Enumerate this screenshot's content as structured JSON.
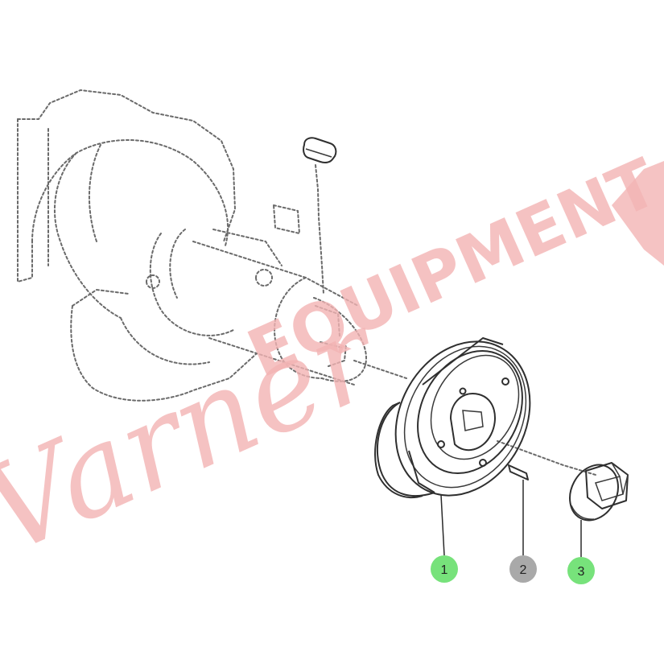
{
  "watermark": {
    "script_text": "Varner",
    "block_text": "EQUIPMENT",
    "color": "#f3b4b4"
  },
  "callouts": [
    {
      "number": "1",
      "color": "#77e27b",
      "status": "highlighted"
    },
    {
      "number": "2",
      "color": "#a9a9a9",
      "status": "not-highlighted"
    },
    {
      "number": "3",
      "color": "#77e27b",
      "status": "highlighted"
    }
  ]
}
